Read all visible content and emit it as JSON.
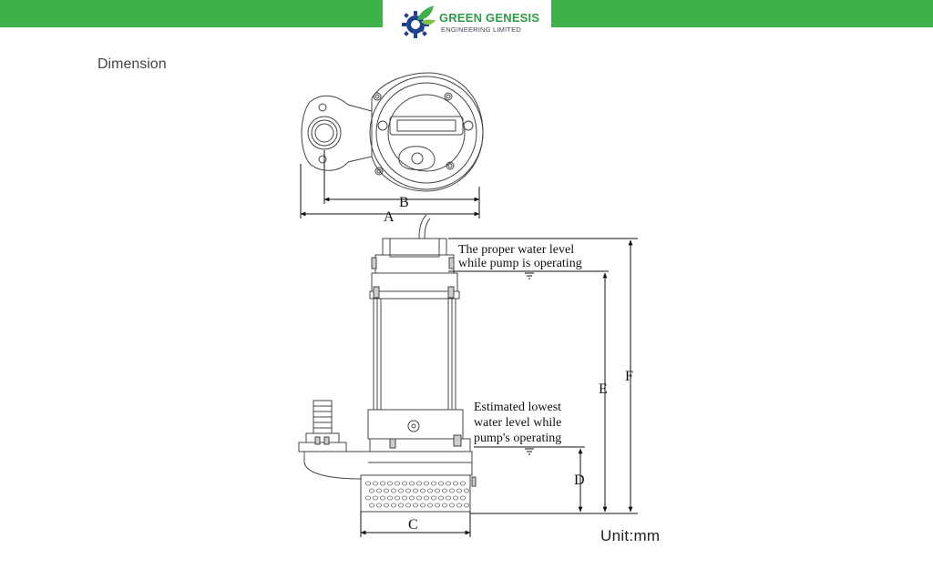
{
  "header": {
    "brand_name": "GREEN GENESIS",
    "brand_sub": "ENGINEERING LIMITED",
    "bar_color": "#3fb14a",
    "brand_color": "#2f9a45",
    "logo_icon": "gear-leaf-logo"
  },
  "section_title": "Dimension",
  "labels": {
    "a": "A",
    "b": "B",
    "c": "C",
    "d": "D",
    "e": "E",
    "f": "F"
  },
  "notes": {
    "proper_level_line1": "The proper water level",
    "proper_level_line2": "while pump is operating",
    "lowest_level_line1": "Estimated lowest",
    "lowest_level_line2": "water level while",
    "lowest_level_line3": "pump's operating"
  },
  "unit": "Unit:mm"
}
